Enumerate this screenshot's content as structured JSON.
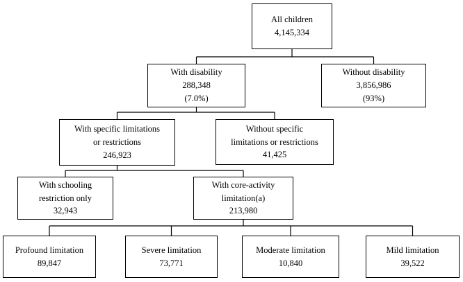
{
  "diagram": {
    "type": "hierarchy-tree",
    "description": "Tree of all children by disability status",
    "colors": {
      "background": "#ffffff",
      "border": "#000000",
      "line": "#000000",
      "text": "#000000"
    },
    "nodes": {
      "all_children": {
        "label": "All children",
        "value": "4,145,334"
      },
      "with_disability": {
        "label": "With disability",
        "value": "288,348",
        "percent": "(7.0%)"
      },
      "without_disability": {
        "label": "Without disability",
        "value": "3,856,986",
        "percent": "(93%)"
      },
      "with_specific": {
        "label": "With specific limitations\nor restrictions",
        "value": "246,923"
      },
      "without_specific": {
        "label": "Without specific\nlimitations or restrictions",
        "value": "41,425"
      },
      "schooling_only": {
        "label": "With schooling\nrestriction only",
        "value": "32,943"
      },
      "core_activity": {
        "label": "With core-activity\nlimitation(a)",
        "value": "213,980"
      },
      "profound": {
        "label": "Profound limitation",
        "value": "89,847"
      },
      "severe": {
        "label": "Severe limitation",
        "value": "73,771"
      },
      "moderate": {
        "label": "Moderate limitation",
        "value": "10,840"
      },
      "mild": {
        "label": "Mild limitation",
        "value": "39,522"
      }
    }
  }
}
